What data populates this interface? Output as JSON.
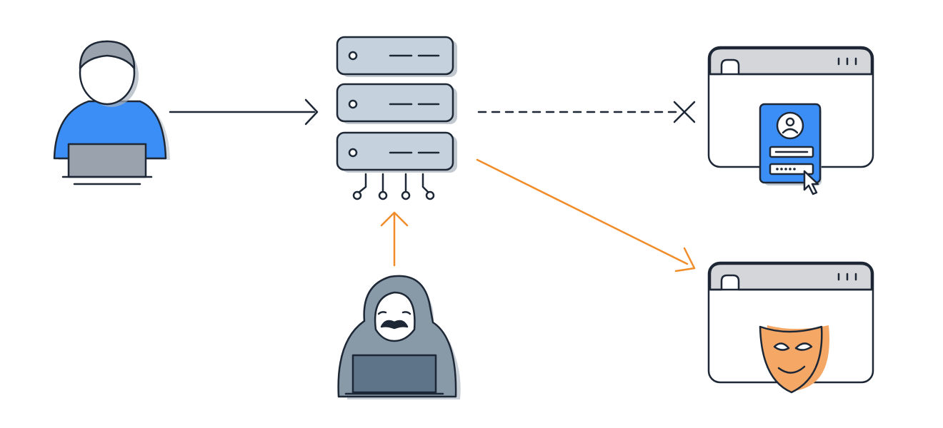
{
  "diagram": {
    "nodes": [
      {
        "id": "user",
        "icon": "user-with-laptop-icon"
      },
      {
        "id": "server",
        "icon": "server-stack-icon"
      },
      {
        "id": "login_site",
        "icon": "browser-window-login-icon"
      },
      {
        "id": "attacker",
        "icon": "hooded-hacker-with-laptop-icon"
      },
      {
        "id": "fake_site",
        "icon": "browser-window-mask-icon"
      }
    ],
    "connections": [
      {
        "from": "user",
        "to": "server",
        "style": "solid",
        "end": "arrow"
      },
      {
        "from": "server",
        "to": "login_site",
        "style": "dashed",
        "end": "blocked-x"
      },
      {
        "from": "attacker",
        "to": "server",
        "style": "solid",
        "end": "arrow"
      },
      {
        "from": "server",
        "to": "fake_site",
        "style": "solid",
        "end": "arrow"
      }
    ],
    "colors": {
      "outline": "#1d2735",
      "user_blue": "#3b8ef6",
      "server_fill": "#c5d1dc",
      "shadow_gray": "#a6b0bc",
      "attacker_gray": "#8899a8",
      "attacker_dark": "#5e7489",
      "window_bar": "#d4d6d9",
      "attack_orange": "#f28c28",
      "mask_orange": "#f5a766",
      "laptop_gray": "#9aa3ad"
    }
  }
}
